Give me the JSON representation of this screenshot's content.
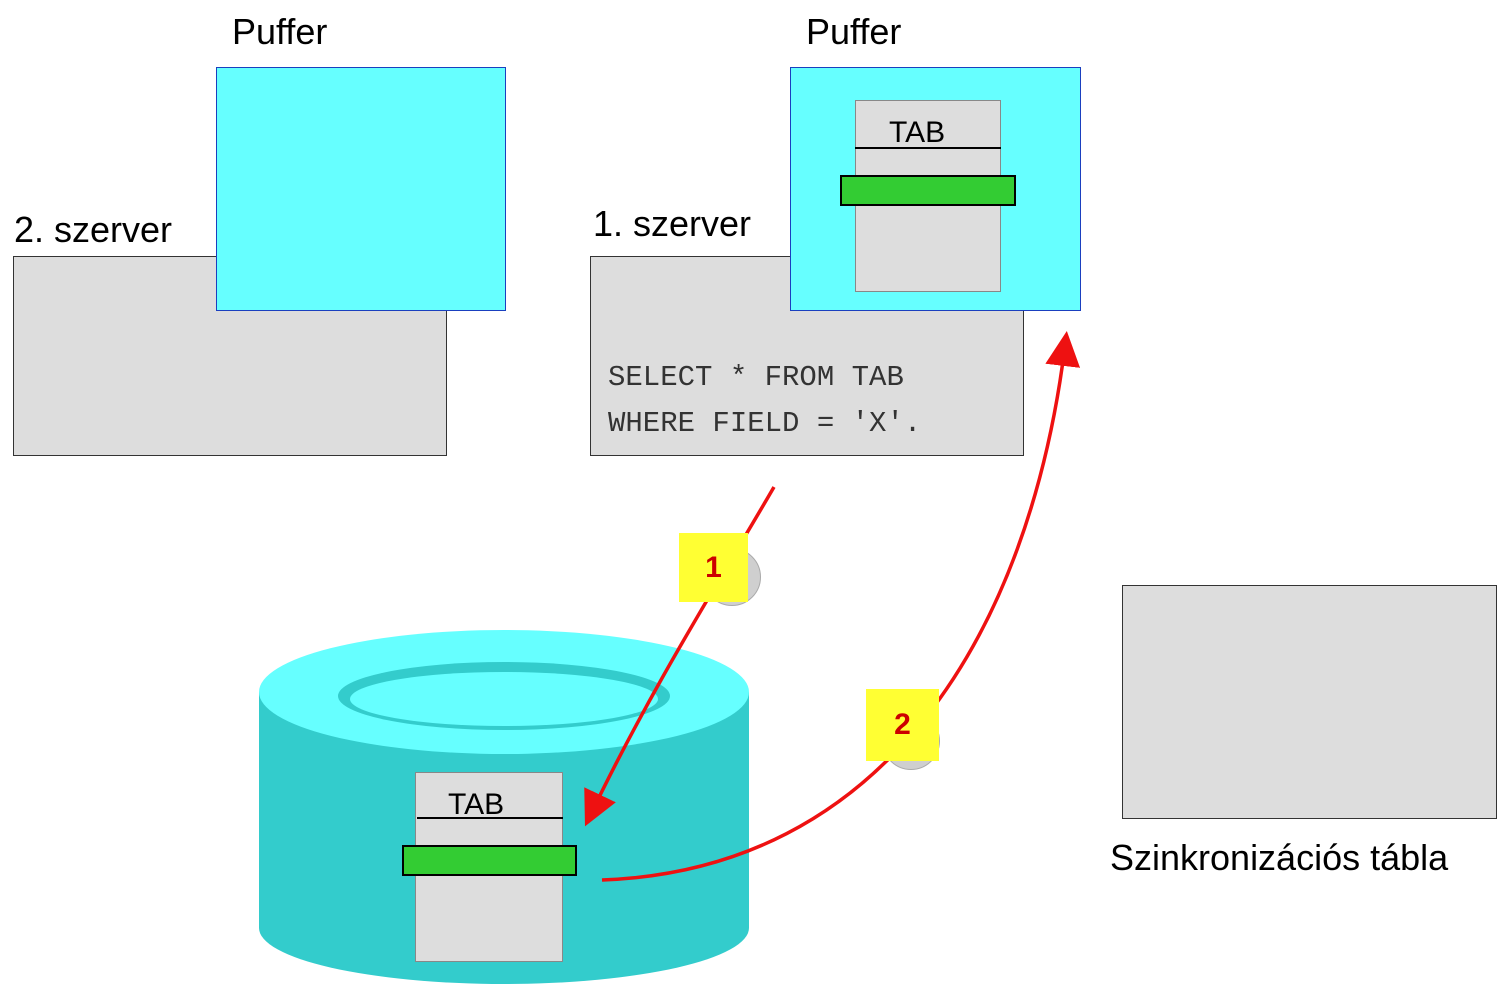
{
  "server2": {
    "label": "2. szerver",
    "buffer_label": "Puffer"
  },
  "server1": {
    "label": "1. szerver",
    "buffer_label": "Puffer",
    "buffer_table_label": "TAB",
    "code_lines": [
      "SELECT * FROM TAB",
      "WHERE FIELD = 'X'."
    ]
  },
  "database": {
    "table_label": "TAB"
  },
  "sync_table": {
    "label": "Szinkronizációs tábla"
  },
  "steps": [
    {
      "number": "1"
    },
    {
      "number": "2"
    }
  ],
  "colors": {
    "buffer": "#66ffff",
    "database": "#33cccc",
    "record": "#33cc33",
    "arrow": "#ee1111",
    "badge": "#ffff33",
    "badge_text": "#cc0000"
  }
}
